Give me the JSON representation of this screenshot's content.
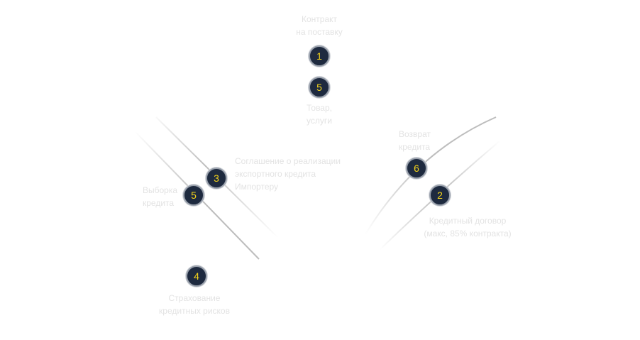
{
  "colors": {
    "node_fill": "#1e2a3f",
    "node_number": "#f2d21b",
    "line": "#bdbdbd",
    "label_text": "#e3e3e3"
  },
  "steps": [
    {
      "id": "contract",
      "number": "1",
      "label": "Контракт\nна поставку"
    },
    {
      "id": "goods",
      "number": "5",
      "label": "Товар,\nуслуги"
    },
    {
      "id": "agreement",
      "number": "3",
      "label": "Соглашение о реализации\nэкспортного кредита\nИмпортеру"
    },
    {
      "id": "drawdown",
      "number": "5",
      "label": "Выборка\nкредита"
    },
    {
      "id": "insurance",
      "number": "4",
      "label": "Страхование\nкредитных рисков"
    },
    {
      "id": "repayment",
      "number": "6",
      "label": "Возврат\nкредита"
    },
    {
      "id": "credit-agreement",
      "number": "2",
      "label": "Кредитный договор\n(макс, 85% контракта)"
    }
  ]
}
